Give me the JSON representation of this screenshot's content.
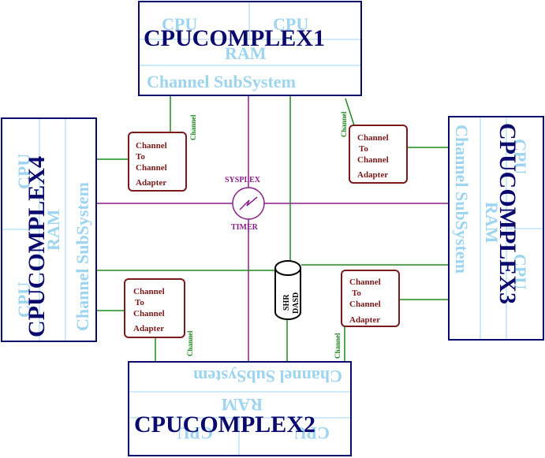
{
  "colors": {
    "box_border": "#0a0a6e",
    "pale_text": "#9dd4f0",
    "title_text": "#0a0a6e",
    "channel_line": "#1f8a1f",
    "sysplex_line": "#8a1f8a",
    "adapter_border": "#7a1a1a",
    "adapter_text": "#7a1a1a",
    "dasd_border": "#000000"
  },
  "complexes": {
    "c1": {
      "title": "CPUCOMPLEX1",
      "cpu_left": "CPU",
      "cpu_right": "CPU",
      "ram": "RAM",
      "channel_subsystem": "Channel SubSystem"
    },
    "c2": {
      "title": "CPUCOMPLEX2",
      "cpu_left": "CPU",
      "cpu_right": "CPU",
      "ram": "RAM",
      "channel_subsystem": "Channel SubSystem"
    },
    "c3": {
      "title": "CPUCOMPLEX3",
      "cpu_left": "CPU",
      "cpu_right": "CPU",
      "ram": "RAM",
      "channel_subsystem": "Channel SubSystem"
    },
    "c4": {
      "title": "CPUCOMPLEX4",
      "cpu_left": "CPU",
      "cpu_right": "CPU",
      "ram": "RAM",
      "channel_subsystem": "Channel SubSystem"
    }
  },
  "adapters": {
    "line1": "Channel",
    "line2": "To",
    "line3": "Channel",
    "line4": "Adapter"
  },
  "channel_label": "Channel",
  "timer": {
    "top_label": "SYSPLEX",
    "bottom_label": "TIMER"
  },
  "dasd": {
    "line1": "SHR",
    "line2": "DASD"
  }
}
